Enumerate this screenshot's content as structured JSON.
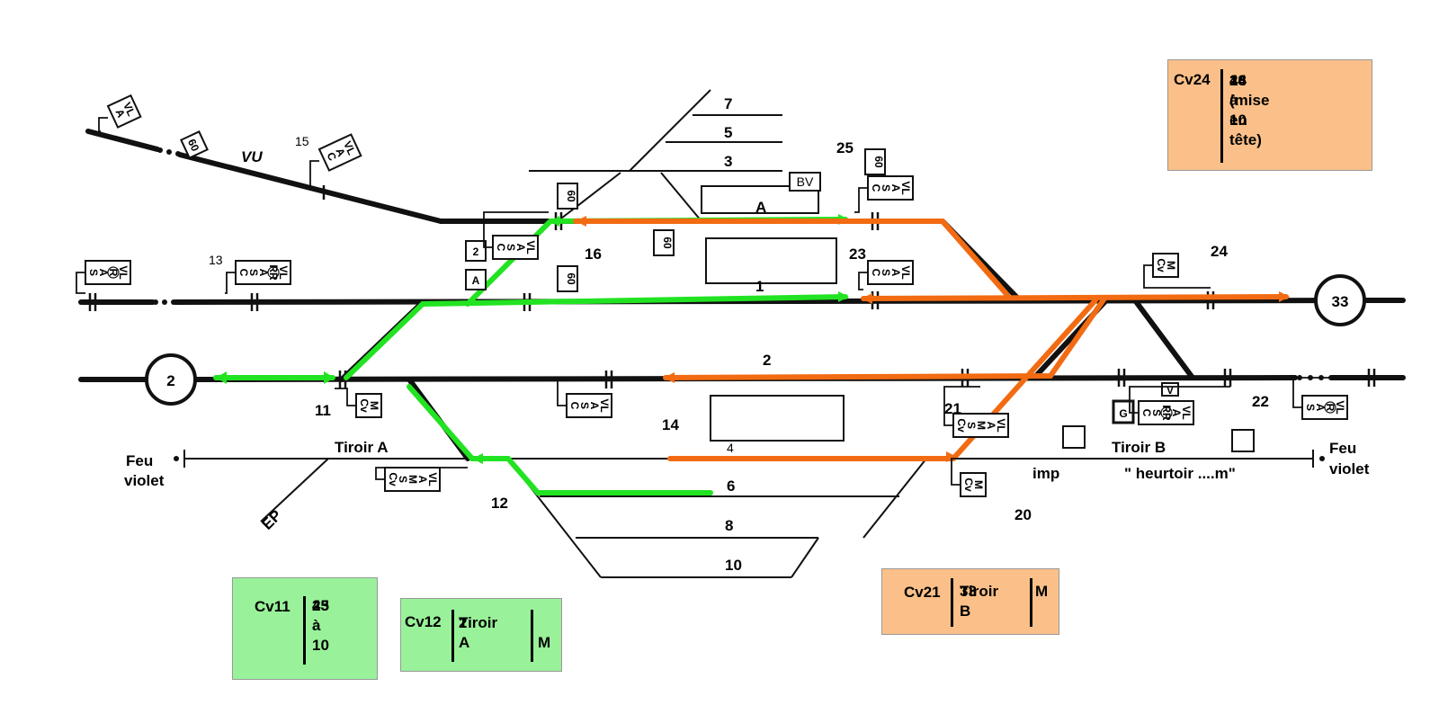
{
  "colors": {
    "route_green": "#22e322",
    "route_orange": "#f26b12",
    "cv_green": "#99f199",
    "cv_orange": "#fbc089"
  },
  "tracks": {
    "t1": "1",
    "t2": "2",
    "t3": "3",
    "t4": "4",
    "t5": "5",
    "t6": "6",
    "t7": "7",
    "t8": "8",
    "t10": "10",
    "vu": "VU",
    "tiroir_a": "Tiroir A",
    "tiroir_b": "Tiroir B",
    "ep": "EP",
    "building_a": "A",
    "bv": "BV"
  },
  "nodes": {
    "left": "2",
    "right": "33"
  },
  "feu_left": [
    "Feu",
    "violet"
  ],
  "feu_right": [
    "Feu",
    "violet"
  ],
  "heurtoir": "\" heurtoir ....m\"",
  "imp": "imp",
  "signal_numbers": {
    "s11": "11",
    "s12": "12",
    "s13": "13",
    "s14": "14",
    "s15": "15",
    "s16": "16",
    "s20": "20",
    "s21": "21",
    "s22": "22",
    "s23": "23",
    "s24": "24",
    "s25": "25"
  },
  "speed_boards": {
    "b60a": "60",
    "b60b": "60",
    "b60c": "60",
    "b60d": "60",
    "b60e": "60",
    "b2": "2",
    "bA": "A",
    "bV": "V",
    "bG": "G"
  },
  "signal_aspects": {
    "s_far_left": [
      "VL",
      "R",
      "A",
      "S"
    ],
    "s13": [
      "VL",
      "RR",
      "A",
      "S",
      "C"
    ],
    "s15": [
      "VL",
      "A",
      "C"
    ],
    "s_top_left": [
      "VL",
      "A"
    ],
    "s16": [
      "VL",
      "A",
      "S",
      "C"
    ],
    "s25": [
      "VL",
      "A",
      "S",
      "C"
    ],
    "s23": [
      "VL",
      "A",
      "S",
      "C"
    ],
    "s24": [
      "M",
      "Cv"
    ],
    "s11": [
      "M",
      "Cv"
    ],
    "s14": [
      "VL",
      "A",
      "S",
      "C"
    ],
    "s12": [
      "VL",
      "A",
      "M",
      "S",
      "Cv"
    ],
    "s21": [
      "VL",
      "A",
      "M",
      "S",
      "Cv"
    ],
    "s20": [
      "M",
      "Cv"
    ],
    "s22": [
      "VL",
      "A",
      "RR",
      "S",
      "C"
    ],
    "s_far_right": [
      "VL",
      "R",
      "A",
      "S"
    ]
  },
  "cv_tables": {
    "cv24": {
      "name": "Cv24",
      "lines": [
        "4 à 10",
        "14",
        "23 (mise en tête)",
        "16"
      ]
    },
    "cv11": {
      "name": "Cv11",
      "lines": [
        "25",
        "23",
        "4 à 10"
      ]
    },
    "cv12": {
      "name": "Cv12",
      "lines": [
        "2",
        "Tiroir A"
      ],
      "extra": "M"
    },
    "cv21": {
      "name": "Cv21",
      "lines": [
        "Tiroir B",
        "33"
      ],
      "extra": "M"
    }
  }
}
